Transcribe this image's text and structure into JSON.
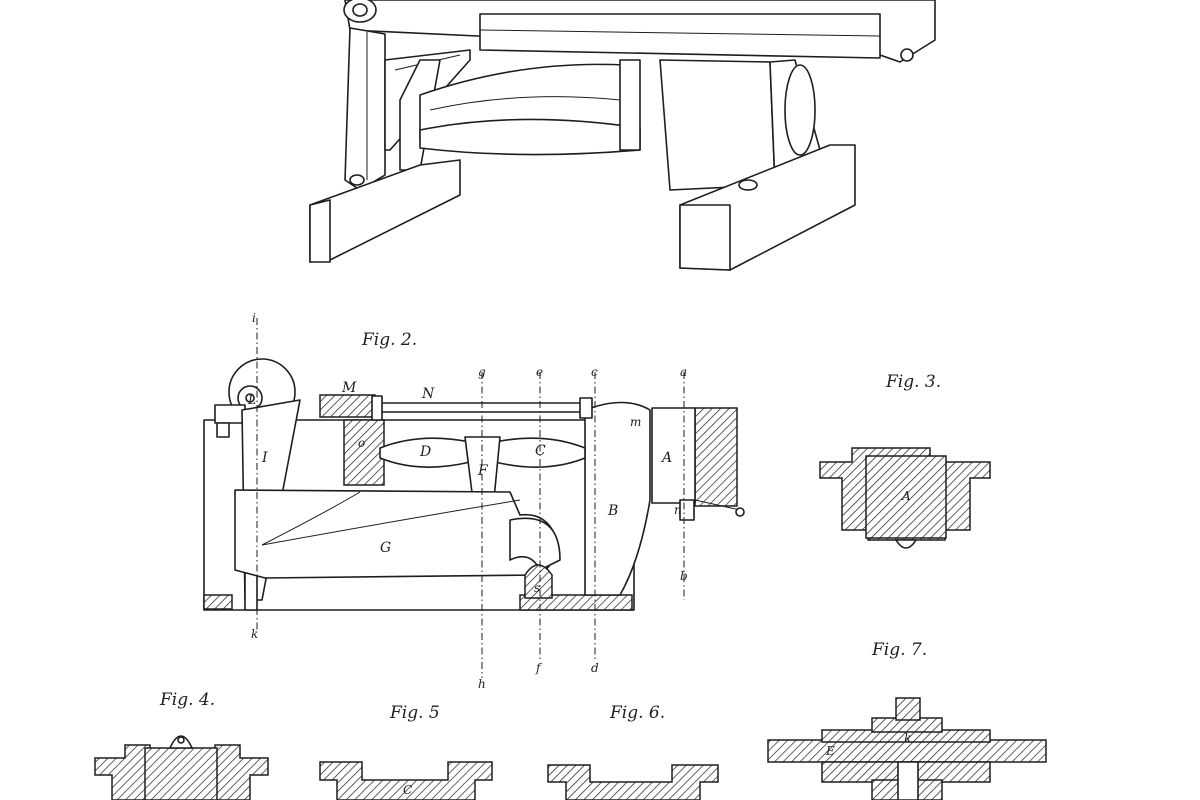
{
  "figures": {
    "fig2": "Fig. 2.",
    "fig3": "Fig. 3.",
    "fig4": "Fig. 4.",
    "fig5": "Fig. 5",
    "fig6": "Fig. 6.",
    "fig7": "Fig. 7."
  },
  "fig2_letters": {
    "A": "A",
    "B": "B",
    "C": "C",
    "D": "D",
    "F": "F",
    "G": "G",
    "I": "I",
    "M": "M",
    "N": "N",
    "L": "L",
    "m": "m",
    "n": "n",
    "o": "o",
    "s": "s"
  },
  "section_lines": {
    "a": "a",
    "b": "b",
    "c": "c",
    "d": "d",
    "e": "e",
    "f": "f",
    "g": "g",
    "h": "h",
    "i": "i",
    "k": "k"
  },
  "fig3_letters": {
    "A": "A"
  },
  "fig5_letters": {
    "C": "C"
  },
  "fig7_letters": {
    "E": "E",
    "k": "k"
  }
}
